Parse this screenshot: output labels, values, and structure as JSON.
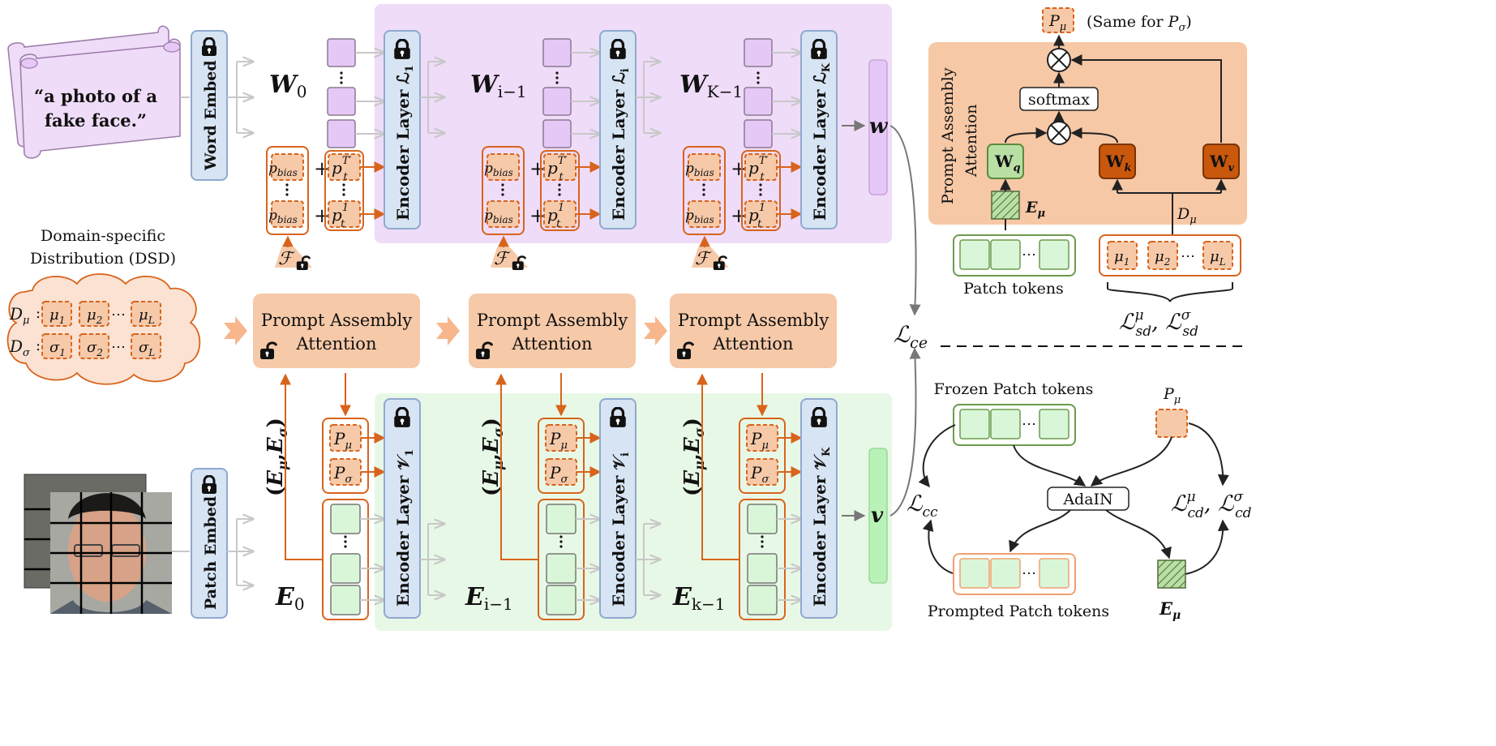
{
  "colors": {
    "text_band": "#efdcf8",
    "visual_band": "#e8f8e6",
    "encoder_fill": "#d7e4f3",
    "encoder_stroke": "#8fa9cf",
    "pa_fill": "#f6c9a8",
    "pa_region": "#f6c8a6",
    "orange": "#d8641c",
    "green_token": "#d9f7d8",
    "green_stroke": "#6c9b4e",
    "purple_token": "#e6c8f6",
    "wq_fill": "#b9dfa4",
    "wk_fill": "#c9580c",
    "arrow_gray": "#c8c8c8"
  },
  "icons": [
    "lock-icon",
    "unlock-icon",
    "scroll-icon",
    "cloud-icon",
    "face-photo-icon",
    "multiply-icon"
  ],
  "text_prompt": {
    "line1": "“a photo of a",
    "line2": "fake face.”"
  },
  "embeds": {
    "word": "Word Embed",
    "patch": "Patch Embed"
  },
  "dsd": {
    "title_line1": "Domain-specific",
    "title_line2": "Distribution (DSD)",
    "d_mu": "D",
    "d_mu_sub": "μ",
    "d_sigma": "D",
    "d_sigma_sub": "σ",
    "mu_items": [
      "μ",
      "μ",
      "μ"
    ],
    "mu_subs": [
      "1",
      "2",
      "L"
    ],
    "sigma_items": [
      "σ",
      "σ",
      "σ"
    ],
    "sigma_subs": [
      "1",
      "2",
      "L"
    ],
    "ellipsis": "⋯"
  },
  "stages": [
    {
      "w_label": "W",
      "w_sub": "0",
      "e_label": "E",
      "e_sub": "0",
      "text_enc": "Encoder Layer ℒ",
      "text_enc_sub": "1",
      "vis_enc": "Encoder Layer 𝒱",
      "vis_enc_sub": "1"
    },
    {
      "w_label": "W",
      "w_sub": "i−1",
      "e_label": "E",
      "e_sub": "i−1",
      "text_enc": "Encoder Layer ℒ",
      "text_enc_sub": "i",
      "vis_enc": "Encoder Layer 𝒱",
      "vis_enc_sub": "i"
    },
    {
      "w_label": "W",
      "w_sub": "K−1",
      "e_label": "E",
      "e_sub": "k−1",
      "text_enc": "Encoder Layer ℒ",
      "text_enc_sub": "K",
      "vis_enc": "Encoder Layer 𝒱",
      "vis_enc_sub": "K"
    }
  ],
  "prompt_terms": {
    "p_bias": "p",
    "p_bias_sub": "bias",
    "plus": "+",
    "p_t": "p",
    "p_t_sub": "t",
    "p_t_sup_top": "T′",
    "p_t_sup_bot": "1",
    "f_label": "ℱ"
  },
  "pa_block": {
    "line1": "Prompt Assembly",
    "line2": "Attention"
  },
  "vis_prompts": {
    "p": "P",
    "mu": "μ",
    "sigma": "σ"
  },
  "emu_esig": {
    "open": "(",
    "e": "E",
    "mu": "μ",
    "comma": ",",
    "sig": "σ",
    "close": ")"
  },
  "outputs": {
    "w": "w",
    "v": "v"
  },
  "loss_ce": {
    "main": "ℒ",
    "sub": "ce"
  },
  "detail_top": {
    "p_mu": "P",
    "p_mu_sub": "μ",
    "same_note_a": "(Same for ",
    "same_note_p": "P",
    "same_note_sub": "σ",
    "same_note_b": ")",
    "vertical_line1": "Prompt Assembly",
    "vertical_line2": "Attention",
    "softmax": "softmax",
    "wq": "W",
    "wq_sub": "q",
    "wk": "W",
    "wk_sub": "k",
    "wv": "W",
    "wv_sub": "v",
    "e_mu": "E",
    "e_mu_sub": "μ",
    "d_mu": "D",
    "d_mu_sub": "μ",
    "patch_tokens": "Patch tokens",
    "mu_items": [
      "μ",
      "μ",
      "μ"
    ],
    "mu_subs": [
      "1",
      "2",
      "L"
    ],
    "ellipsis": "⋯",
    "loss_sd": "ℒ",
    "loss_sd_mu": "μ",
    "loss_sd_sub": "sd",
    "loss_sd_comma": ", ",
    "loss_sd_sigma": "σ"
  },
  "detail_bottom": {
    "frozen": "Frozen Patch tokens",
    "p_mu": "P",
    "p_mu_sub": "μ",
    "adain": "AdaIN",
    "loss_cc": "ℒ",
    "loss_cc_sub": "cc",
    "loss_cd": "ℒ",
    "loss_cd_mu": "μ",
    "loss_cd_sub": "cd",
    "loss_cd_comma": ", ",
    "loss_cd_sigma": "σ",
    "prompted": "Prompted Patch tokens",
    "e_mu": "E",
    "e_mu_sub": "μ",
    "ellipsis": "⋯"
  }
}
